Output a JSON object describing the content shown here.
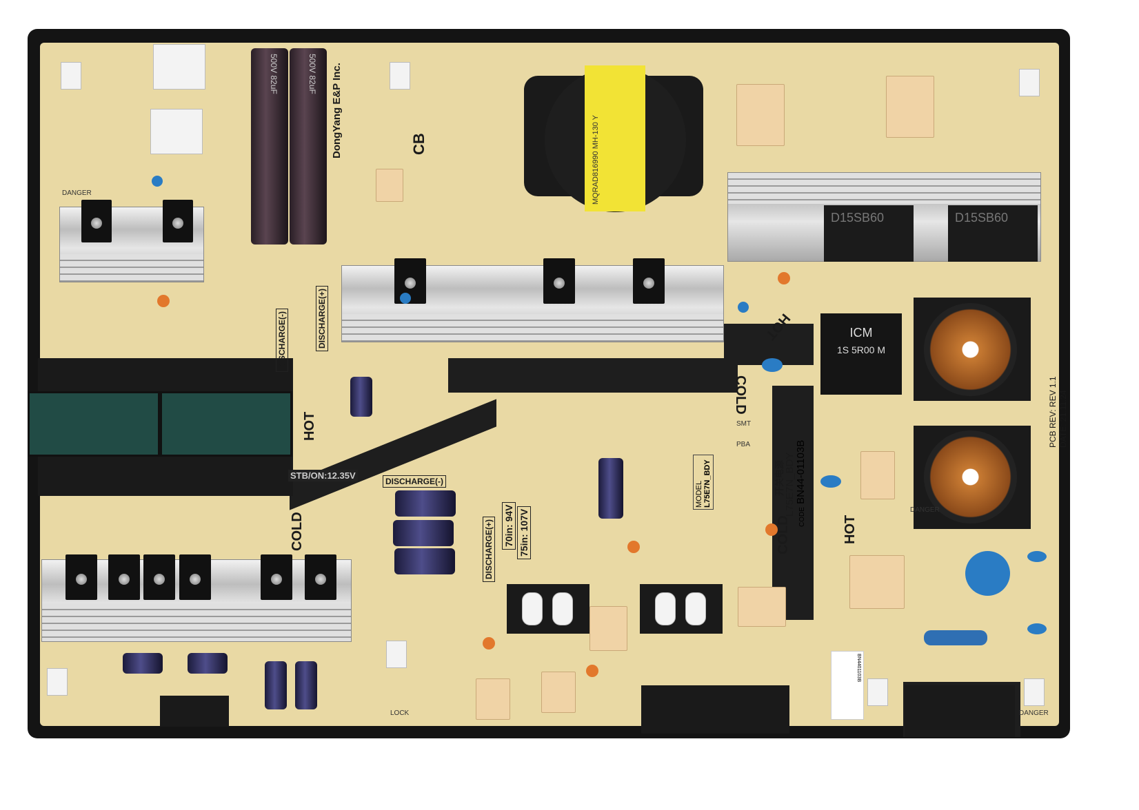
{
  "board": {
    "manufacturer": "DongYang E&P Inc.",
    "cb_mark": "CB",
    "model": "L75E7N_BDY",
    "code": "BN44-01103B",
    "model_label": "MODEL",
    "code_label": "CODE",
    "chinese_label": "开关电源",
    "pcb_rev": "PCB REV: REV 1.1",
    "date": "DATE: 21.11.24",
    "stb_on": "STB/ON:12.35V",
    "discharge_minus": "DISCHARGE(-)",
    "discharge_plus": "DISCHARGE(+)",
    "voltage_70": "70in: 94V",
    "voltage_75": "75in: 107V",
    "hot": "HOT",
    "cold": "COLD",
    "danger": "DANGER",
    "lock": "LOCK",
    "icm_label": "ICM",
    "icm_part": "1S 5R00 M",
    "bridge_part": "D15SB60",
    "transformer_text": "MQRAD816990 MH-130 Y",
    "smt": "SMT",
    "pba": "PBA",
    "cap_text": "500V 82uF",
    "sticker": "BN4401103B"
  },
  "colors": {
    "board": "#e9d9a4",
    "trace": "#1e1e1e",
    "frame": "#141414"
  }
}
